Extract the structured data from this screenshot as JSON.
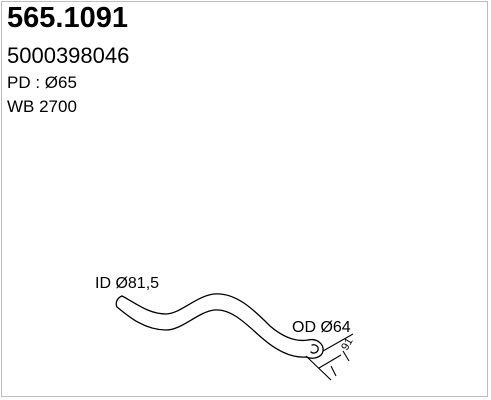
{
  "part": {
    "number": "565.1091",
    "oe_number": "5000398046",
    "pd": "PD : Ø65",
    "wb": "WB 2700"
  },
  "drawing": {
    "id_label": "ID Ø81,5",
    "od_label": "OD Ø64",
    "length_label": "91"
  },
  "colors": {
    "line": "#000000",
    "frame": "#bdbdbd",
    "background": "#ffffff"
  }
}
